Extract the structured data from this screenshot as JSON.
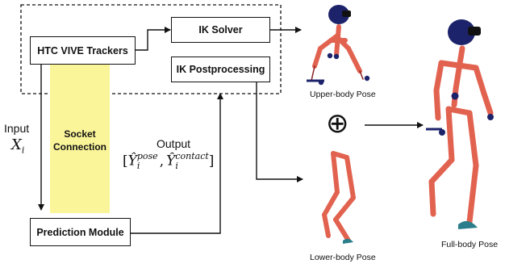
{
  "boxes": {
    "trackers": "HTC VIVE Trackers",
    "ik_solver": "IK Solver",
    "ik_post": "IK Postprocessing",
    "prediction": "Prediction Module"
  },
  "socket": {
    "line1": "Socket",
    "line2": "Connection",
    "color": "#fbf59a"
  },
  "input": {
    "word": "Input",
    "var": "X",
    "sub": "i"
  },
  "output": {
    "word": "Output",
    "open": "[",
    "var1": "Ŷ",
    "sup1": "pose",
    "sub1": "i",
    "comma": ",",
    "var2": "Ŷ",
    "sup2": "contact",
    "sub2": "i",
    "close": "]"
  },
  "captions": {
    "upper": "Upper-body Pose",
    "lower": "Lower-body Pose",
    "full": "Full-body Pose"
  },
  "operator": "⊕",
  "colors": {
    "limb": "#e26250",
    "head": "#1d236b",
    "foot": "#2a7d8a",
    "joint": "#1d236b"
  }
}
